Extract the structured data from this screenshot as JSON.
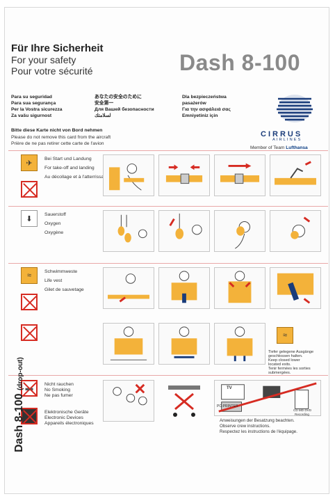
{
  "header": {
    "title_de": "Für Ihre Sicherheit",
    "title_en": "For your safety",
    "title_fr": "Pour votre sécurité",
    "aircraft_model": "Dash 8-100"
  },
  "languages": {
    "left": [
      "Para su seguridad",
      "Para sua segurança",
      "Per la Vostra sicurezza",
      "Za vašu sigurnost"
    ],
    "middle": [
      "あなたの安全のために",
      "安全第一",
      "Для Вашей безопасности",
      "لسلامتك"
    ],
    "right": [
      "Dla bezpieczeństwa",
      "pasażerów",
      "Για την ασφάλειά σας",
      "Emniyetiniz için"
    ]
  },
  "notice": {
    "de": "Bitte diese Karte nicht von Bord nehmen",
    "en": "Please do not remove this card from the aircraft",
    "fr": "Prière de ne pas retirer cette carte de l'avion"
  },
  "brand": {
    "name": "CIRRUS",
    "sub": "AIRLINES",
    "member_prefix": "Member of Team ",
    "member_brand": "Lufthansa",
    "colors": {
      "logo_blue": "#1a3c7a",
      "accent_red": "#d62b22",
      "accent_yellow": "#f3b23a"
    }
  },
  "sections": [
    {
      "id": "seatbelt",
      "lines": [
        "Bei Start und Landung",
        "For take-off and landing",
        "Au décollage et à l'atterrissage"
      ]
    },
    {
      "id": "oxygen",
      "lines": [
        "Sauerstoff",
        "Oxygen",
        "Oxygène"
      ]
    },
    {
      "id": "lifevest",
      "lines": [
        "Schwimmweste",
        "Life vest",
        "Gilet de sauvetage"
      ]
    },
    {
      "id": "nosmoking",
      "lines": [
        "Nicht rauchen",
        "No Smoking",
        "Ne pas fumer"
      ]
    },
    {
      "id": "electronics",
      "lines": [
        "Elektronische Geräte",
        "Electronic Devices",
        "Appareils électroniques"
      ]
    }
  ],
  "exit_note": [
    "Tiefer gelegene Ausgänge",
    "geschlossen halten.",
    "Keep closed lower",
    "located exits.",
    "Tenir fermées les sorties",
    "submergées."
  ],
  "crew_note": [
    "Anweisungen der Besatzung beachten.",
    "Observe crew instructions.",
    "Respectez les instructions de l'équipage."
  ],
  "device_labels": {
    "tv": "TV",
    "printer": "PC-PRINTER",
    "cd": "CD MD DVD",
    "recording": "Recording"
  },
  "vertical_label": {
    "model": "Dash 8-100",
    "suffix": "(drop-out)"
  },
  "icons": {
    "seatbelt_icon": "aircraft-on-runway-icon",
    "oxygen_icon": "oxygen-mask-icon",
    "lifevest_icon": "water-waves-icon",
    "no_inflate_icon": "no-inflate-in-cabin-icon",
    "no_smoking_icon": "no-smoking-icon",
    "no_electronics_icon": "no-electronics-icon"
  }
}
